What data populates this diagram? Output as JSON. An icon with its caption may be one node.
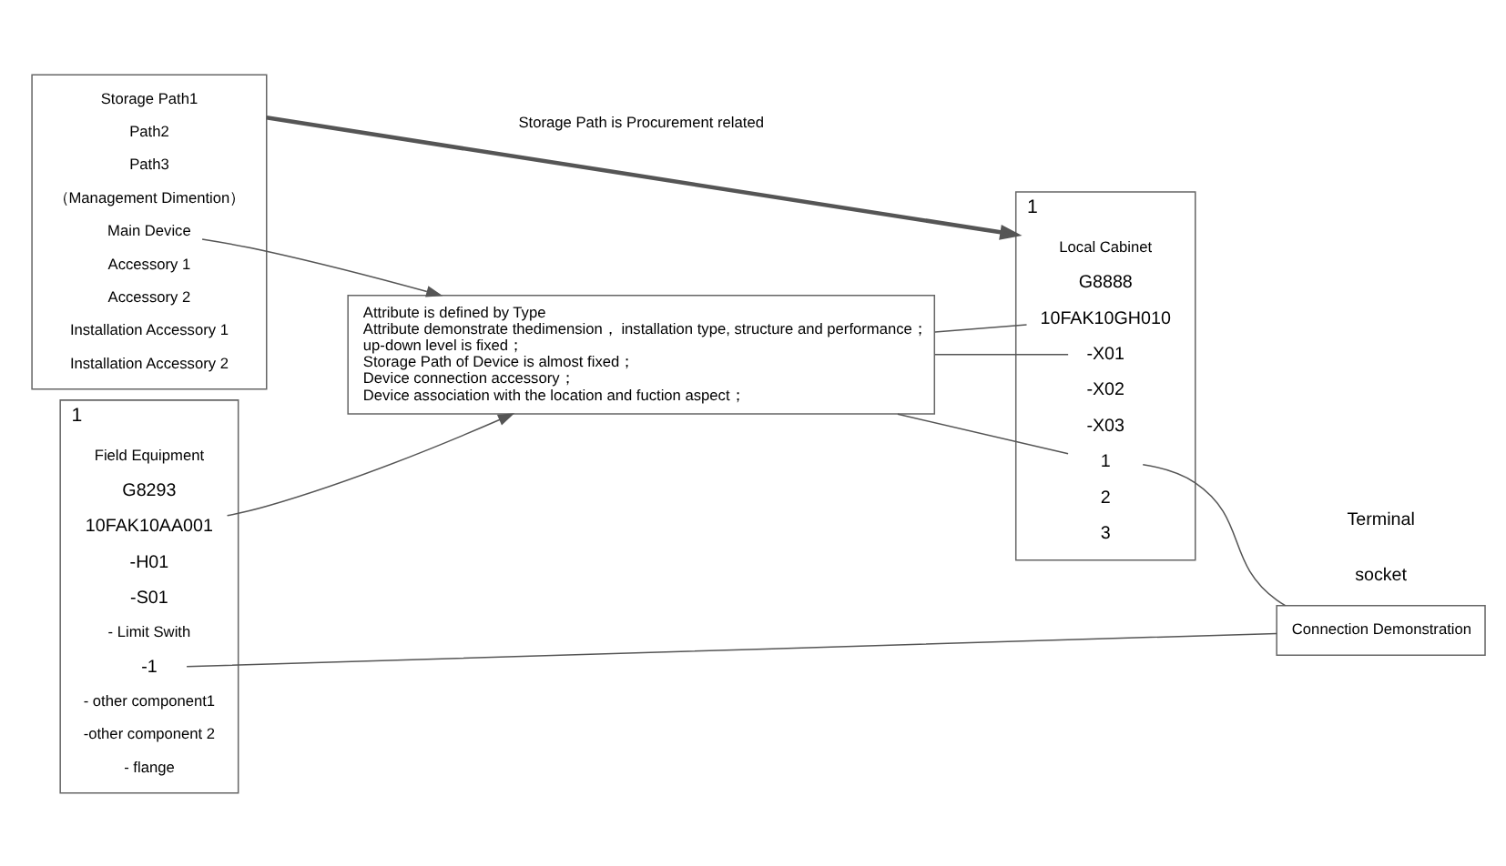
{
  "diagram": {
    "nodes": [
      {
        "text": [],
        "shape": "box"
      },
      {
        "text": [
          "Storage Path1"
        ],
        "in": 0
      },
      {
        "text": [
          "Path2"
        ],
        "in": 0
      },
      {
        "text": [
          "Path3"
        ],
        "in": 0
      },
      {
        "text": [
          "（Management Dimention）"
        ],
        "in": 0
      },
      {
        "text": [
          "Main Device"
        ],
        "in": 0
      },
      {
        "text": [
          "Accessory 1"
        ],
        "in": 0
      },
      {
        "text": [
          "Accessory 2"
        ],
        "in": 0
      },
      {
        "text": [
          "Installation Accessory 1"
        ],
        "in": 0
      },
      {
        "text": [
          "Installation Accessory 2"
        ],
        "in": 0
      },
      {
        "text": [
          "1"
        ]
      },
      {
        "text": [
          "Local Cabinet"
        ],
        "in": 10
      },
      {
        "text": [
          "G8888"
        ],
        "in": 10
      },
      {
        "text": [
          "10FAK10GH010"
        ],
        "in": 10
      },
      {
        "text": [
          "-X01"
        ],
        "in": 10
      },
      {
        "text": [
          "-X02"
        ],
        "in": 10
      },
      {
        "text": [
          "-X03"
        ],
        "in": 10
      },
      {
        "text": [
          "1"
        ],
        "in": 10
      },
      {
        "text": [
          "2"
        ],
        "in": 10
      },
      {
        "text": [
          "3"
        ],
        "in": 10
      },
      {
        "text": [
          "Attribute is defined by Type",
          "Attribute demonstrate thedimension， installation type, structure and performance；",
          "up-down level is fixed；",
          "Storage Path of Device is almost fixed；",
          "Device connection accessory；",
          "Device association with the location and fuction aspect；"
        ]
      },
      {
        "text": [
          "1"
        ]
      },
      {
        "text": [
          "Field Equipment"
        ],
        "in": 21
      },
      {
        "text": [
          "G8293"
        ],
        "in": 21
      },
      {
        "text": [
          "10FAK10AA001"
        ],
        "in": 21
      },
      {
        "text": [
          "-H01"
        ],
        "in": 21
      },
      {
        "text": [
          "-S01"
        ],
        "in": 21
      },
      {
        "text": [
          "- Limit Swith"
        ],
        "in": 21
      },
      {
        "text": [
          "-1"
        ],
        "in": 21
      },
      {
        "text": [
          "- other component1"
        ],
        "in": 21
      },
      {
        "text": [
          "-other component 2"
        ],
        "in": 21
      },
      {
        "text": [
          "- flange"
        ],
        "in": 21
      },
      {
        "text": [
          "Connection Demonstration"
        ]
      }
    ],
    "edges": [
      {
        "from": 0,
        "to": 10,
        "arrow": "to",
        "label": "Storage Path is Procurement related",
        "style": "thick"
      },
      {
        "from": 5,
        "to": 20,
        "arrow": "to"
      },
      {
        "from": 24,
        "to": 20,
        "arrow": "to"
      },
      {
        "from": 20,
        "to": 13,
        "arrow": "none"
      },
      {
        "from": 20,
        "to": 14,
        "arrow": "none"
      },
      {
        "from": 20,
        "to": 17,
        "arrow": "none"
      },
      {
        "from": 28,
        "to": 32,
        "arrow": "none"
      },
      {
        "from": 17,
        "to": 32,
        "arrow": "none"
      }
    ],
    "labels": [
      "socket",
      "Terminal"
    ]
  }
}
